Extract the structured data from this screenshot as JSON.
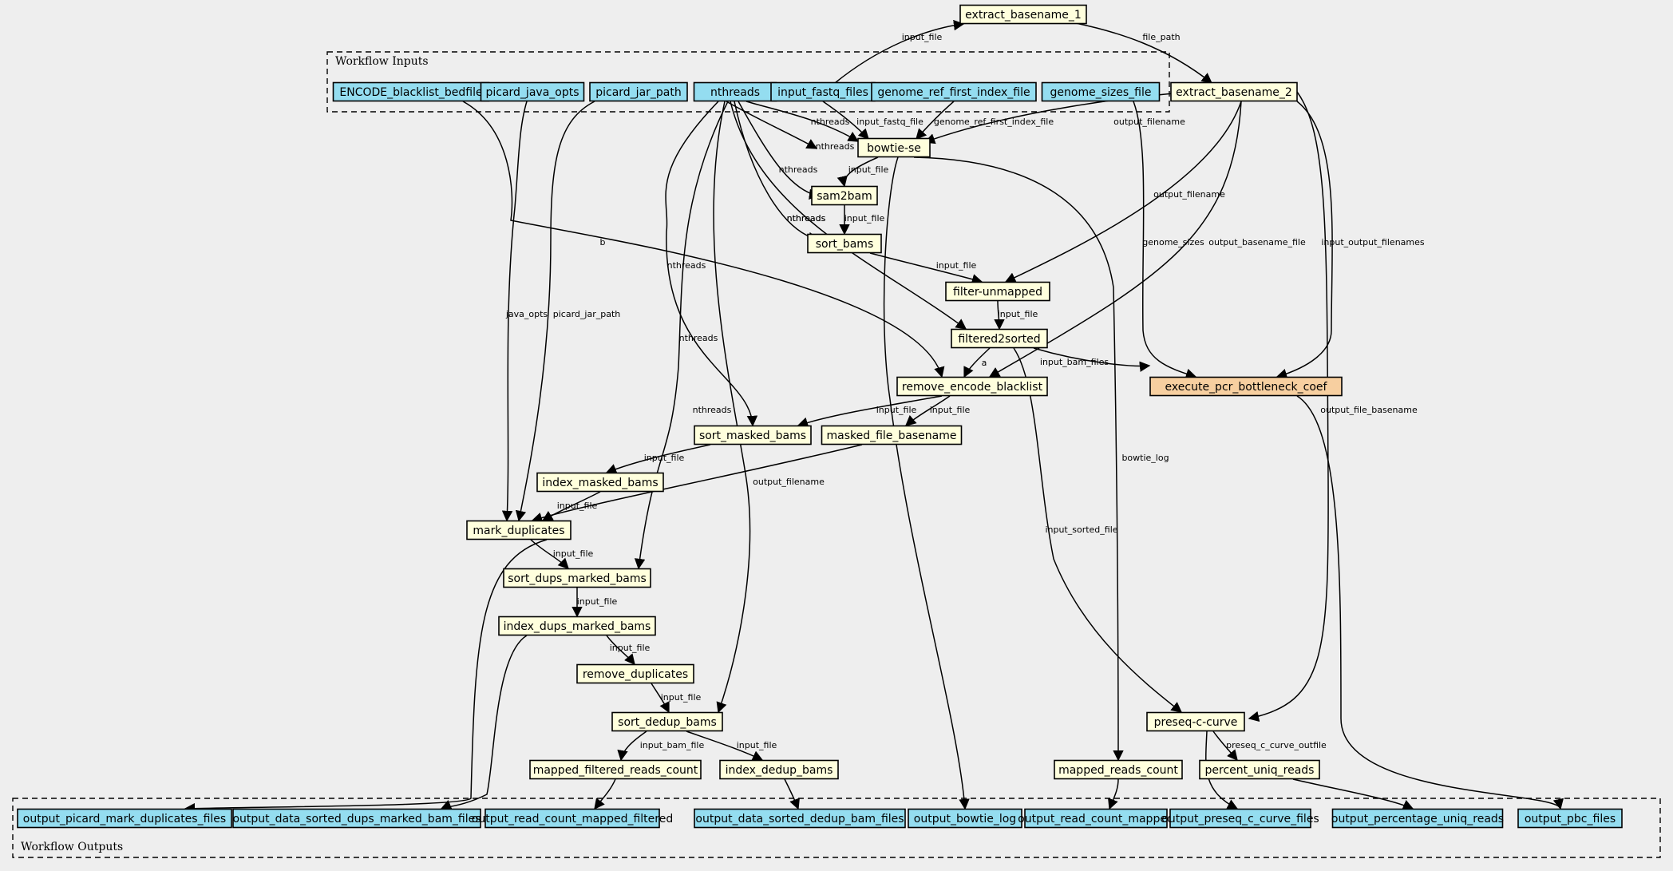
{
  "colors": {
    "background": "#eeeeee",
    "input_output_fill": "#94ddf0",
    "step_fill": "#ffffdd",
    "highlight_fill": "#f7cfa0",
    "stroke": "#000000"
  },
  "clusters": {
    "inputs": "Workflow Inputs",
    "outputs": "Workflow Outputs"
  },
  "nodes": {
    "encode_blacklist_bedfile": "ENCODE_blacklist_bedfile",
    "picard_java_opts": "picard_java_opts",
    "picard_jar_path": "picard_jar_path",
    "nthreads": "nthreads",
    "input_fastq_files": "input_fastq_files",
    "genome_ref_first_index_file": "genome_ref_first_index_file",
    "genome_sizes_file": "genome_sizes_file",
    "extract_basename_1": "extract_basename_1",
    "extract_basename_2": "extract_basename_2",
    "bowtie_se": "bowtie-se",
    "sam2bam": "sam2bam",
    "sort_bams": "sort_bams",
    "filter_unmapped": "filter-unmapped",
    "filtered2sorted": "filtered2sorted",
    "remove_encode_blacklist": "remove_encode_blacklist",
    "execute_pcr_bottleneck_coef": "execute_pcr_bottleneck_coef",
    "sort_masked_bams": "sort_masked_bams",
    "masked_file_basename": "masked_file_basename",
    "index_masked_bams": "index_masked_bams",
    "mark_duplicates": "mark_duplicates",
    "sort_dups_marked_bams": "sort_dups_marked_bams",
    "index_dups_marked_bams": "index_dups_marked_bams",
    "remove_duplicates": "remove_duplicates",
    "sort_dedup_bams": "sort_dedup_bams",
    "mapped_filtered_reads_count": "mapped_filtered_reads_count",
    "index_dedup_bams": "index_dedup_bams",
    "mapped_reads_count": "mapped_reads_count",
    "preseq_c_curve": "preseq-c-curve",
    "percent_uniq_reads": "percent_uniq_reads",
    "output_picard_mark_duplicates_files": "output_picard_mark_duplicates_files",
    "output_data_sorted_dups_marked_bam_files": "output_data_sorted_dups_marked_bam_files",
    "output_read_count_mapped_filtered": "output_read_count_mapped_filtered",
    "output_data_sorted_dedup_bam_files": "output_data_sorted_dedup_bam_files",
    "output_bowtie_log": "output_bowtie_log",
    "output_read_count_mapped": "output_read_count_mapped",
    "output_preseq_c_curve_files": "output_preseq_c_curve_files",
    "output_percentage_uniq_reads": "output_percentage_uniq_reads",
    "output_pbc_files": "output_pbc_files"
  },
  "edge_labels": {
    "input_file": "input_file",
    "file_path": "file_path",
    "output_filename": "output_filename",
    "nthreads": "nthreads",
    "input_fastq_file": "input_fastq_file",
    "genome_ref_first_index_file": "genome_ref_first_index_file",
    "b": "b",
    "a": "a",
    "java_opts": "java_opts",
    "picard_jar_path": "picard_jar_path",
    "genome_sizes": "genome_sizes",
    "output_basename_file": "output_basename_file",
    "input_output_filenames": "input_output_filenames",
    "input_bam_files": "input_bam_files",
    "output_file_basename": "output_file_basename",
    "bowtie_log": "bowtie_log",
    "input_sorted_file": "input_sorted_file",
    "input_bam_file": "input_bam_file",
    "preseq_c_curve_outfile": "preseq_c_curve_outfile"
  }
}
